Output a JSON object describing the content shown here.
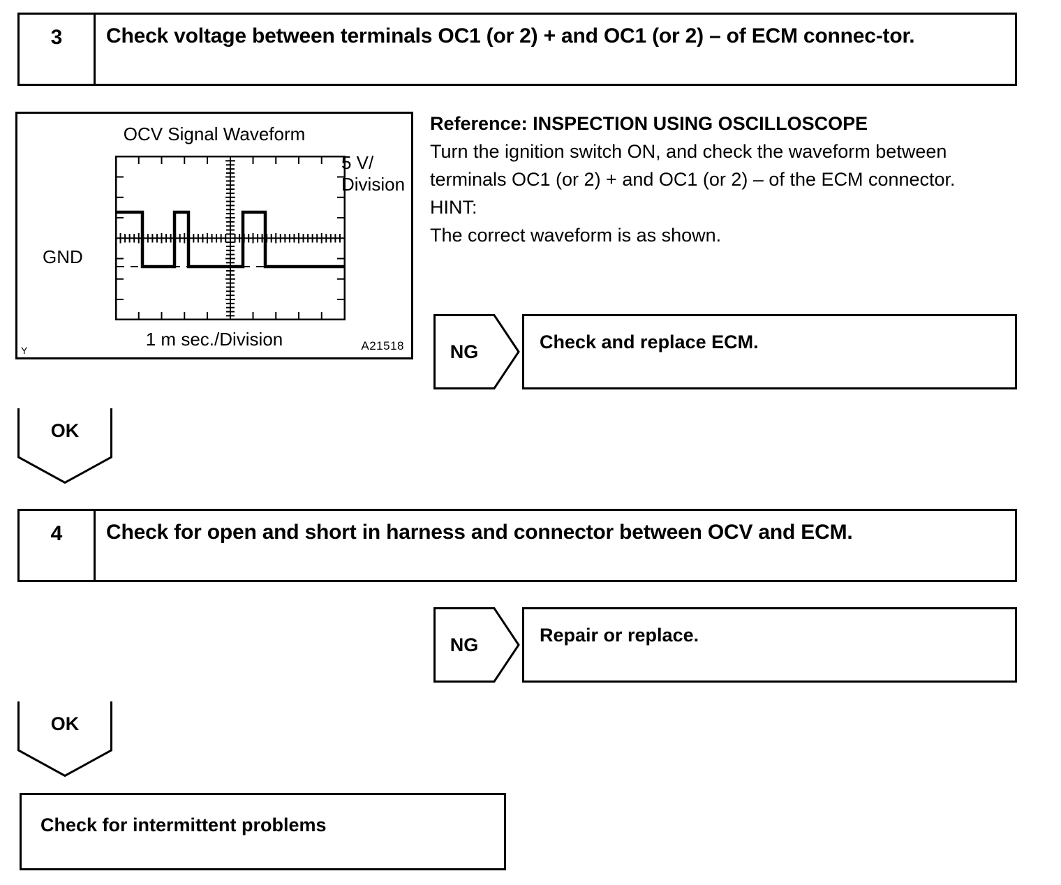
{
  "steps": [
    {
      "number": "3",
      "text": "Check voltage between terminals OC1 (or 2) + and OC1 (or 2) – of ECM connec-tor."
    },
    {
      "number": "4",
      "text": "Check for open and short in harness and connector between OCV and ECM."
    }
  ],
  "waveform": {
    "title": "OCV Signal Waveform",
    "vertical_scale": "5 V/\nDivision",
    "horizontal_scale": "1 m sec./Division",
    "ground_label": "GND",
    "corner_mark": "Y",
    "figure_id": "A21518"
  },
  "chart_data": {
    "type": "line",
    "title": "OCV Signal Waveform",
    "xlabel": "1 m sec./Division",
    "ylabel": "5 V/Division",
    "grid": true,
    "divisions_x": 10,
    "divisions_y": 8,
    "volts_per_division": 5,
    "msec_per_division": 1,
    "ground_level_divisions": -0.7,
    "high_level_divisions": 1.25,
    "x": [
      0,
      1.2,
      1.2,
      2.6,
      2.6,
      3.2,
      3.2,
      5.6,
      5.6,
      6.2,
      6.2,
      10
    ],
    "y": [
      1.25,
      1.25,
      -0.7,
      -0.7,
      1.25,
      1.25,
      -0.7,
      -0.7,
      1.25,
      1.25,
      -0.7,
      -0.7
    ],
    "series": [
      {
        "name": "OCV signal",
        "points_div": [
          [
            0,
            1.25
          ],
          [
            1.2,
            1.25
          ],
          [
            1.2,
            -0.7
          ],
          [
            2.6,
            -0.7
          ],
          [
            2.6,
            1.25
          ],
          [
            3.2,
            1.25
          ],
          [
            3.2,
            -0.7
          ],
          [
            5.6,
            -0.7
          ],
          [
            5.6,
            1.25
          ],
          [
            6.2,
            1.25
          ],
          [
            6.2,
            -0.7
          ],
          [
            10,
            -0.7
          ]
        ]
      }
    ]
  },
  "reference": {
    "heading": "Reference: INSPECTION USING OSCILLOSCOPE",
    "lines": [
      "Turn the ignition switch ON, and check the waveform between",
      "terminals OC1 (or 2) + and OC1 (or 2) – of the ECM connector.",
      "HINT:",
      "The correct waveform is as shown."
    ]
  },
  "branches": {
    "ng_label": "NG",
    "ok_label": "OK",
    "ng_result_1": "Check and replace ECM.",
    "ng_result_2": "Repair or replace."
  },
  "final": {
    "text": "Check  for  intermittent  problems"
  }
}
